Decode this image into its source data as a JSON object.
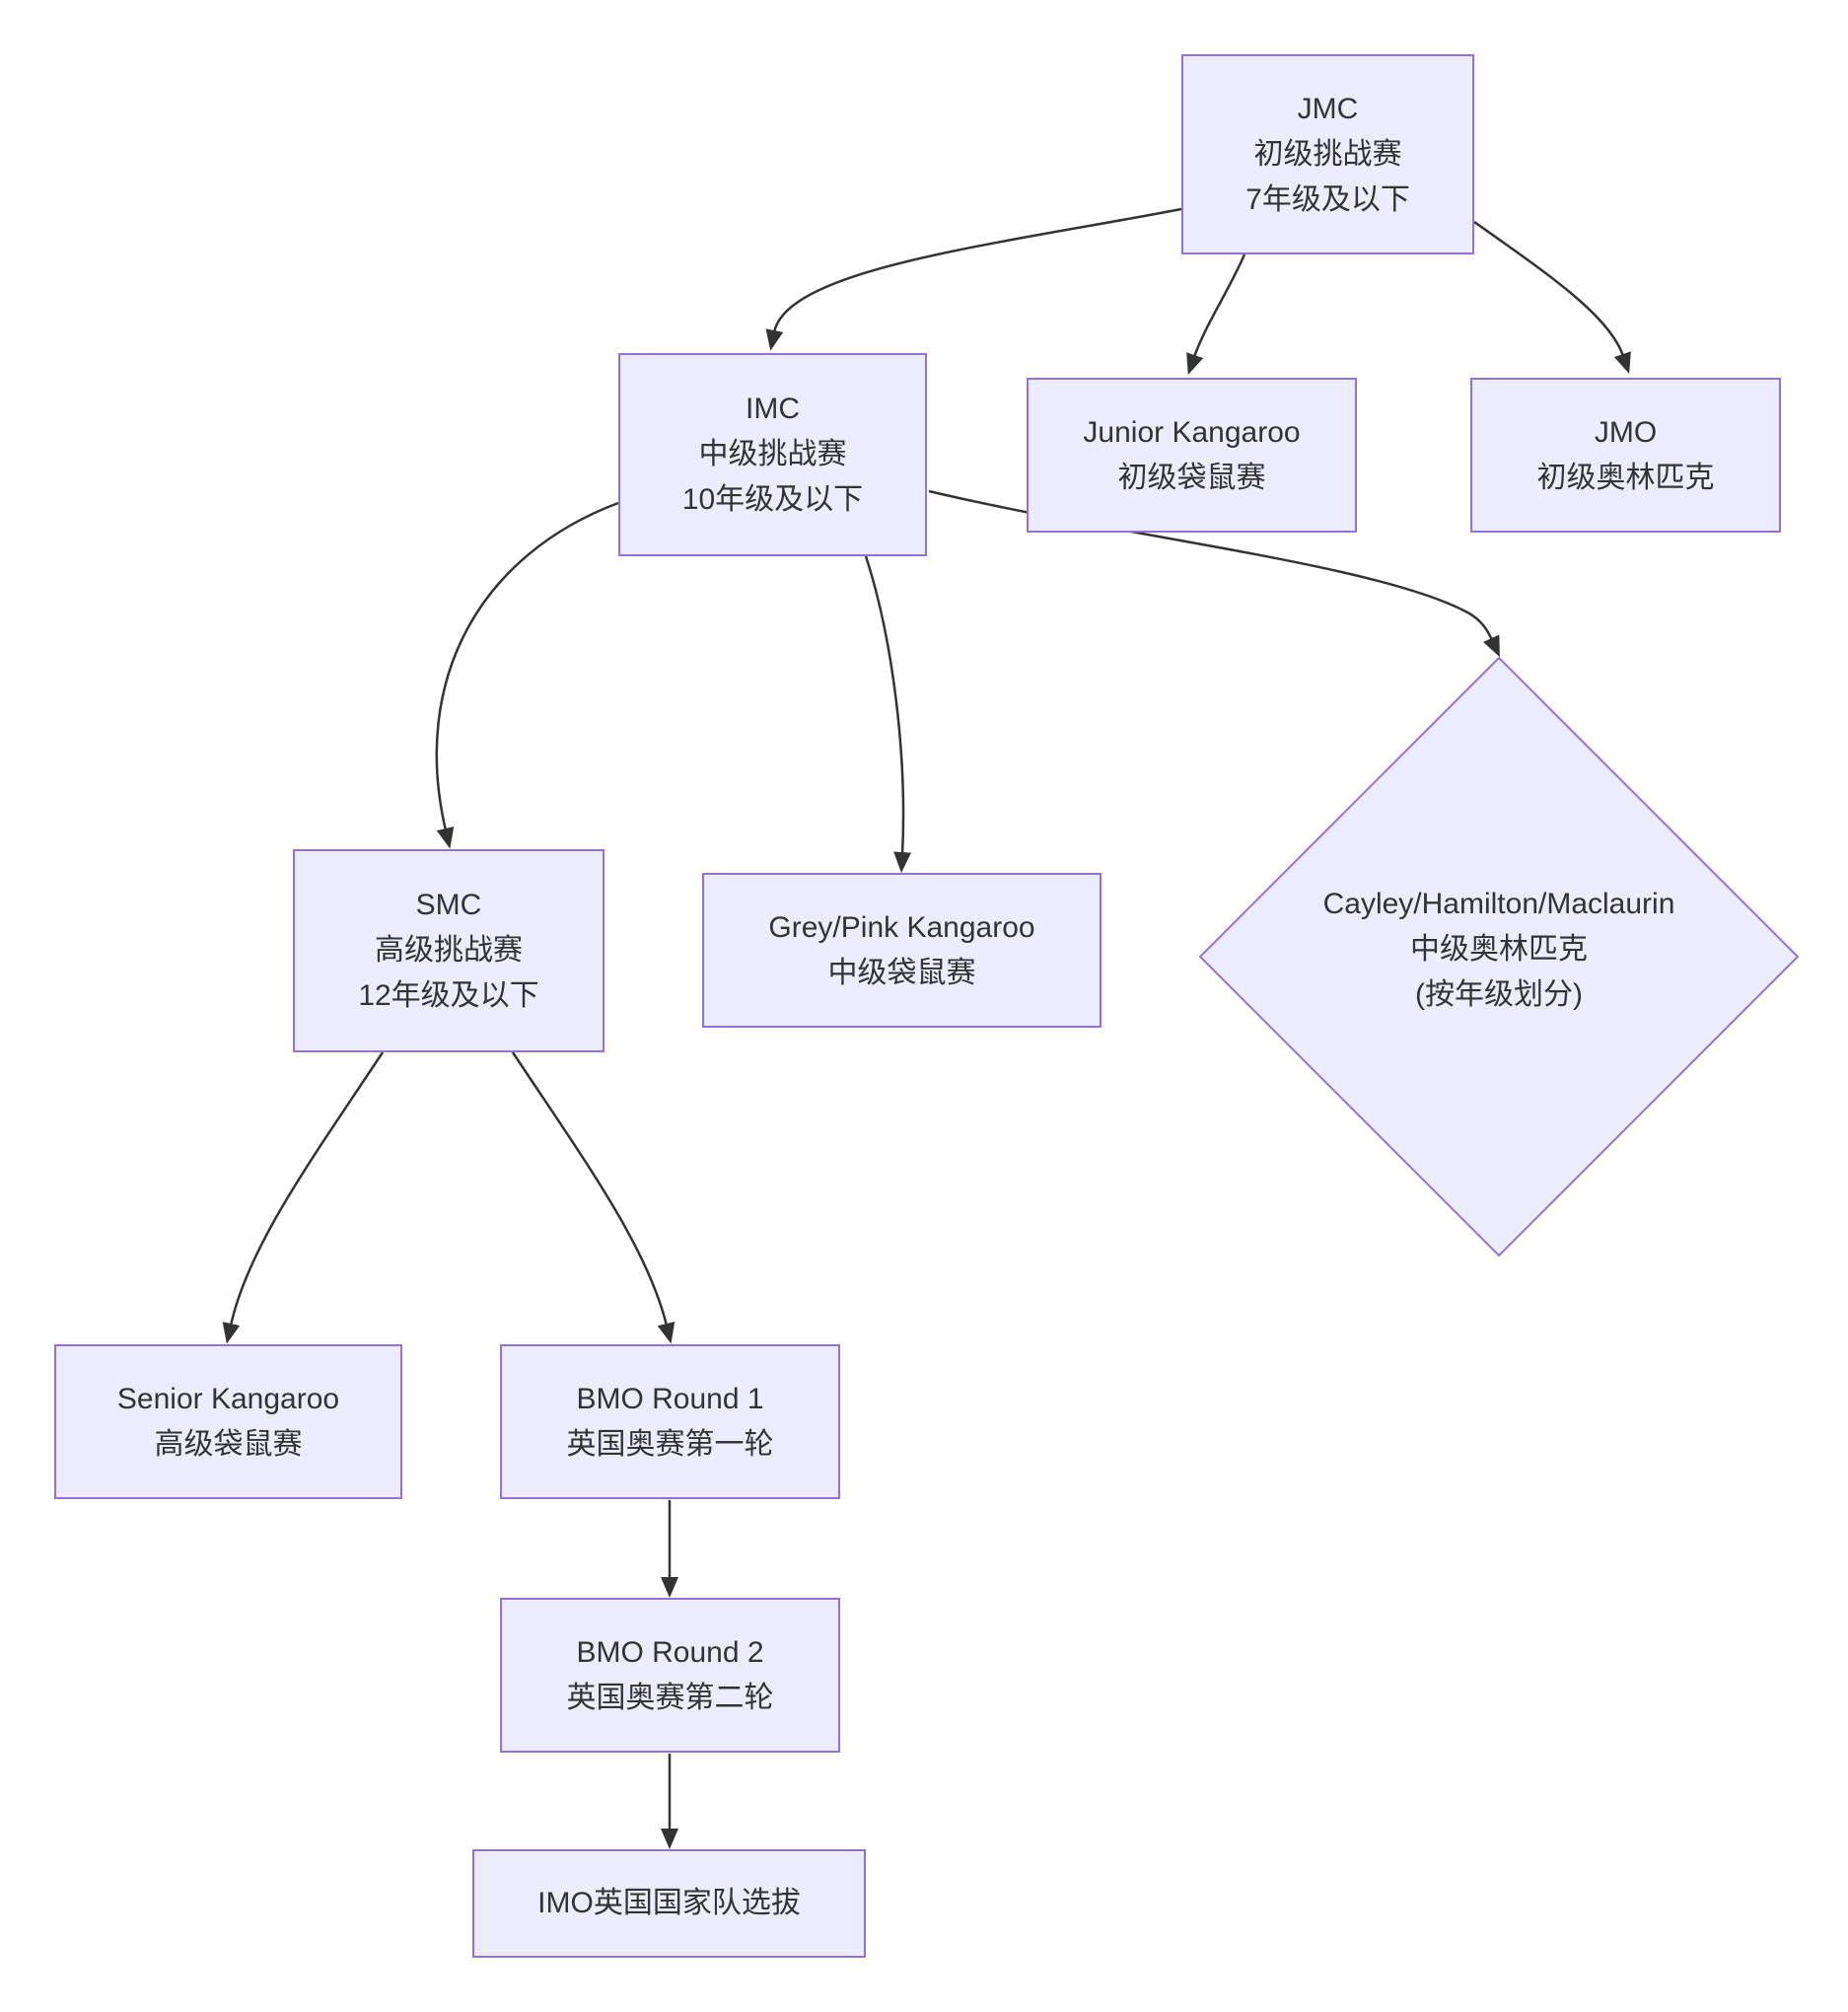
{
  "diagram": {
    "title": "UK math competition pathway flowchart",
    "colors": {
      "background": "#ffffff",
      "node_fill": "#ECECFF",
      "node_border": "#9370DB",
      "edge_color": "#333333",
      "text_color": "#333333"
    },
    "nodes": {
      "jmc": {
        "shape": "rect",
        "lines": [
          "JMC",
          "初级挑战赛",
          "7年级及以下"
        ]
      },
      "imc": {
        "shape": "rect",
        "lines": [
          "IMC",
          "中级挑战赛",
          "10年级及以下"
        ]
      },
      "junior_kangaroo": {
        "shape": "rect",
        "lines": [
          "Junior Kangaroo",
          "初级袋鼠赛"
        ]
      },
      "jmo": {
        "shape": "rect",
        "lines": [
          "JMO",
          "初级奥林匹克"
        ]
      },
      "smc": {
        "shape": "rect",
        "lines": [
          "SMC",
          "高级挑战赛",
          "12年级及以下"
        ]
      },
      "grey_pink_kangaroo": {
        "shape": "rect",
        "lines": [
          "Grey/Pink Kangaroo",
          "中级袋鼠赛"
        ]
      },
      "cayley_hamilton_maclaurin": {
        "shape": "diamond",
        "lines": [
          "Cayley/Hamilton/Maclaurin",
          "中级奥林匹克",
          "(按年级划分)"
        ]
      },
      "senior_kangaroo": {
        "shape": "rect",
        "lines": [
          "Senior Kangaroo",
          "高级袋鼠赛"
        ]
      },
      "bmo_round_1": {
        "shape": "rect",
        "lines": [
          "BMO Round 1",
          "英国奥赛第一轮"
        ]
      },
      "bmo_round_2": {
        "shape": "rect",
        "lines": [
          "BMO Round 2",
          "英国奥赛第二轮"
        ]
      },
      "imo_selection": {
        "shape": "rect",
        "lines": [
          "IMO英国国家队选拔"
        ]
      }
    },
    "edges": [
      {
        "from": "jmc",
        "to": "imc"
      },
      {
        "from": "jmc",
        "to": "junior_kangaroo"
      },
      {
        "from": "jmc",
        "to": "jmo"
      },
      {
        "from": "imc",
        "to": "smc"
      },
      {
        "from": "imc",
        "to": "grey_pink_kangaroo"
      },
      {
        "from": "imc",
        "to": "cayley_hamilton_maclaurin"
      },
      {
        "from": "smc",
        "to": "senior_kangaroo"
      },
      {
        "from": "smc",
        "to": "bmo_round_1"
      },
      {
        "from": "bmo_round_1",
        "to": "bmo_round_2"
      },
      {
        "from": "bmo_round_2",
        "to": "imo_selection"
      }
    ]
  }
}
